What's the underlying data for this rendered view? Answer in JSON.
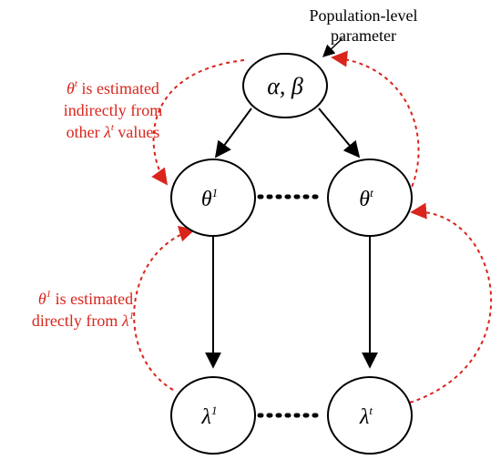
{
  "annotations": {
    "population_line1": "Population-level",
    "population_line2": "parameter",
    "indirect": {
      "line1_sym": "θ",
      "line1_sup": "t",
      "line1_rest": " is estimated",
      "line2": "indirectly from",
      "line3_pre": "other ",
      "line3_sym": "λ",
      "line3_sup": "t",
      "line3_post": " values"
    },
    "direct": {
      "line1_sym": "θ",
      "line1_sup": "1",
      "line1_rest": " is estimated",
      "line2_pre": "directly from ",
      "line2_sym": "λ",
      "line2_sup": "1"
    }
  },
  "nodes": {
    "hyper": {
      "text": "α, β"
    },
    "theta1": {
      "sym": "θ",
      "sup": "1"
    },
    "thetat": {
      "sym": "θ",
      "sup": "t"
    },
    "lambda1": {
      "sym": "λ",
      "sup": "1"
    },
    "lambdat": {
      "sym": "λ",
      "sup": "t"
    }
  },
  "colors": {
    "node_stroke": "#000000",
    "arrow": "#000000",
    "annotation": "#d9251c"
  }
}
